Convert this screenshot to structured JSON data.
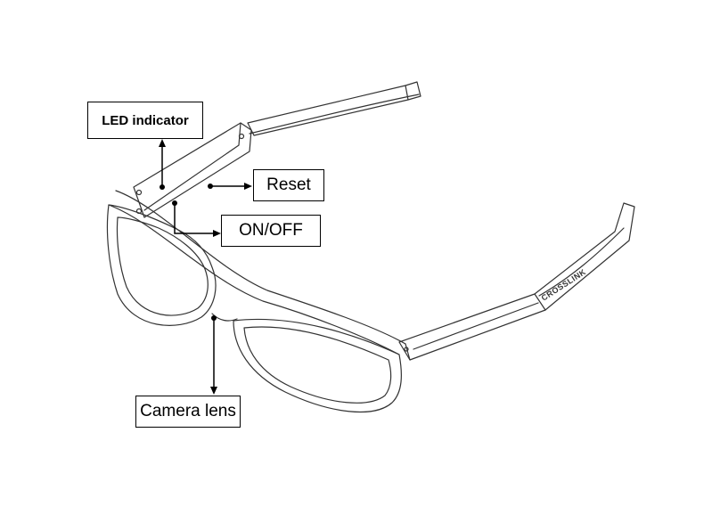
{
  "labels": {
    "led_indicator": "LED indicator",
    "reset": "Reset",
    "on_off": "ON/OFF",
    "camera_lens": "Camera lens"
  },
  "temple_brand": "CROSSLINK",
  "colors": {
    "line": "#000000",
    "background": "#ffffff",
    "outline": "#333333"
  }
}
